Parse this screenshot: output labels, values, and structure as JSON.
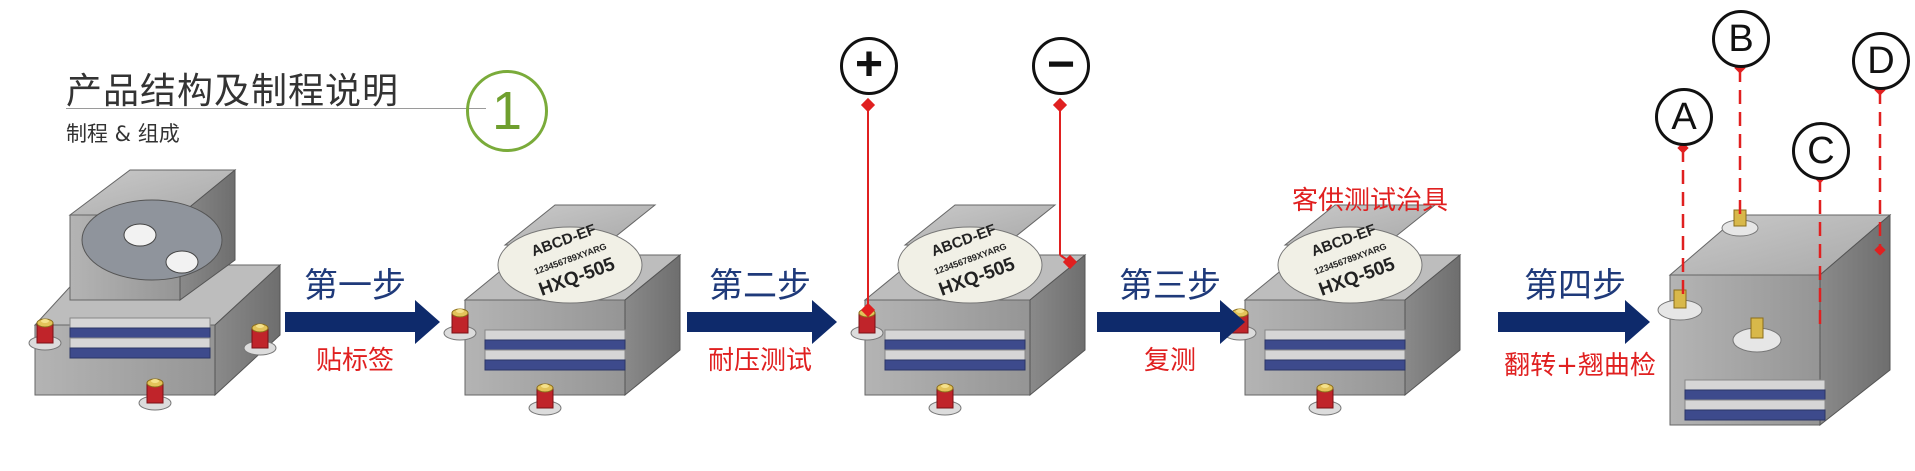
{
  "header": {
    "title": "产品结构及制程说明",
    "subtitle": "制程 & 组成",
    "step_number": "1"
  },
  "steps": [
    {
      "label": "第一步",
      "desc": "贴标签"
    },
    {
      "label": "第二步",
      "desc": "耐压测试"
    },
    {
      "label": "第三步",
      "desc": "复测"
    },
    {
      "label": "第四步",
      "desc": "翻转+翘曲检"
    }
  ],
  "fixture_note": "客供测试治具",
  "terminals": {
    "plus": "+",
    "minus": "−"
  },
  "callouts": [
    "A",
    "B",
    "C",
    "D"
  ],
  "label_text": {
    "line1": "ABCD-EF",
    "line2": "123456789XYARG",
    "line3": "HXQ-505"
  },
  "colors": {
    "arrow": "#0e2a6b",
    "step_text": "#1f3a7a",
    "red_text": "#e02020",
    "badge": "#7aab3a"
  }
}
